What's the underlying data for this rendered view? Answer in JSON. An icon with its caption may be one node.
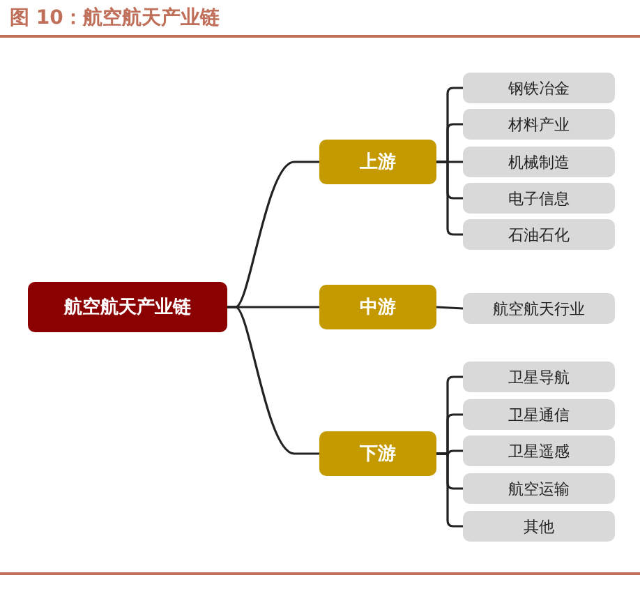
{
  "diagram": {
    "title": "图 10：航空航天产业链",
    "nodes": [
      {
        "text": [
          "航空航天产业链"
        ]
      },
      {
        "text": [
          "上游"
        ]
      },
      {
        "text": [
          "中游"
        ]
      },
      {
        "text": [
          "下游"
        ]
      },
      {
        "text": [
          "钢铁冶金"
        ]
      },
      {
        "text": [
          "材料产业"
        ]
      },
      {
        "text": [
          "机械制造"
        ]
      },
      {
        "text": [
          "电子信息"
        ]
      },
      {
        "text": [
          "石油石化"
        ]
      },
      {
        "text": [
          "航空航天行业"
        ]
      },
      {
        "text": [
          "卫星导航"
        ]
      },
      {
        "text": [
          "卫星通信"
        ]
      },
      {
        "text": [
          "卫星遥感"
        ]
      },
      {
        "text": [
          "航空运输"
        ]
      },
      {
        "text": [
          "其他"
        ]
      }
    ],
    "edges": [
      {
        "from": 0,
        "to": 1,
        "arrow": "none"
      },
      {
        "from": 0,
        "to": 2,
        "arrow": "none"
      },
      {
        "from": 0,
        "to": 3,
        "arrow": "none"
      },
      {
        "from": 1,
        "to": 4,
        "arrow": "none"
      },
      {
        "from": 1,
        "to": 5,
        "arrow": "none"
      },
      {
        "from": 1,
        "to": 6,
        "arrow": "none"
      },
      {
        "from": 1,
        "to": 7,
        "arrow": "none"
      },
      {
        "from": 1,
        "to": 8,
        "arrow": "none"
      },
      {
        "from": 2,
        "to": 9,
        "arrow": "none"
      },
      {
        "from": 3,
        "to": 10,
        "arrow": "none"
      },
      {
        "from": 3,
        "to": 11,
        "arrow": "none"
      },
      {
        "from": 3,
        "to": 12,
        "arrow": "none"
      },
      {
        "from": 3,
        "to": 13,
        "arrow": "none"
      },
      {
        "from": 3,
        "to": 14,
        "arrow": "none"
      }
    ]
  }
}
